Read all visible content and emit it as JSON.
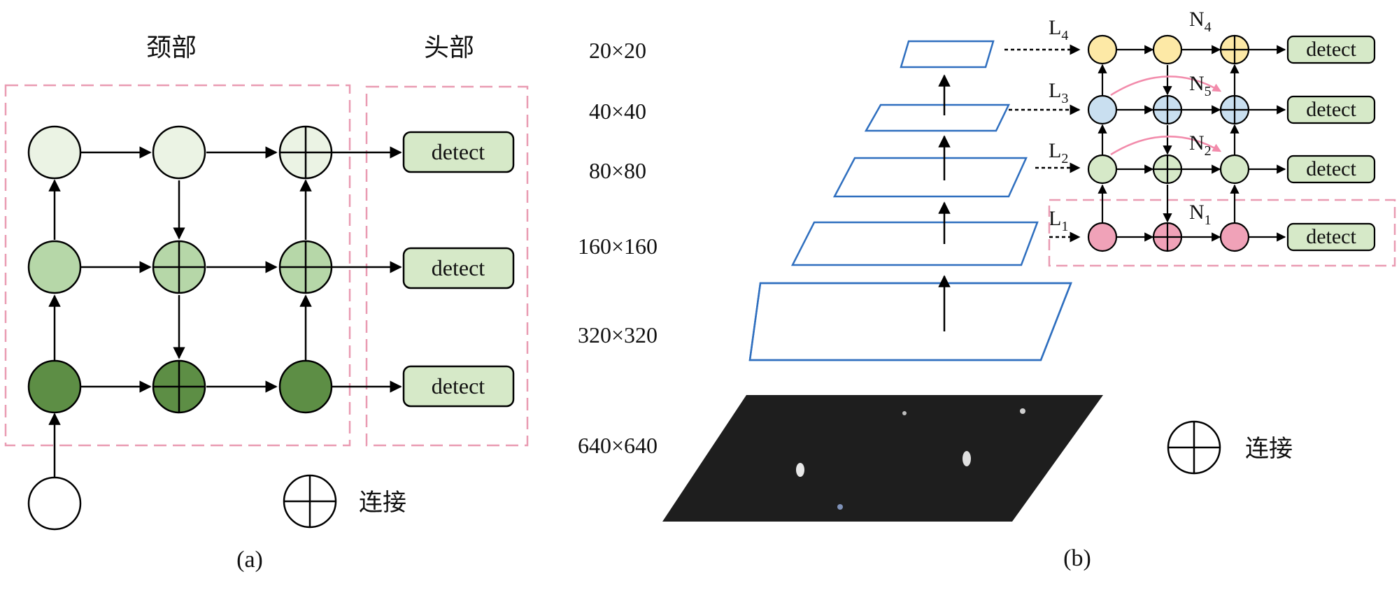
{
  "panel_a": {
    "caption": "(a)",
    "neck_label": "颈部",
    "head_label": "头部",
    "detect_labels": [
      "detect",
      "detect",
      "detect"
    ],
    "legend_text": "连接",
    "colors": {
      "level_top": "#ebf3e4",
      "level_mid": "#b6d7a8",
      "level_bottom": "#5d8e45",
      "detect_fill": "#d6e9c8",
      "dash": "#e99bb2"
    }
  },
  "panel_b": {
    "caption": "(b)",
    "scale_labels": [
      "20×20",
      "40×40",
      "80×80",
      "160×160",
      "320×320",
      "640×640"
    ],
    "L_labels": [
      {
        "base": "L",
        "sub": "4"
      },
      {
        "base": "L",
        "sub": "3"
      },
      {
        "base": "L",
        "sub": "2"
      },
      {
        "base": "L",
        "sub": "1"
      }
    ],
    "N_labels": [
      {
        "base": "N",
        "sub": "4"
      },
      {
        "base": "N",
        "sub": "5"
      },
      {
        "base": "N",
        "sub": "2"
      },
      {
        "base": "N",
        "sub": "1"
      }
    ],
    "detect_labels": [
      "detect",
      "detect",
      "detect",
      "detect"
    ],
    "legend_text": "连接",
    "colors": {
      "row_L4": "#fde9a6",
      "row_L3": "#c9dff0",
      "row_L2": "#d6e9c8",
      "row_L1": "#f0a2b8",
      "plane_stroke": "#2f6fbf",
      "curve": "#f28bab",
      "input_image": "#1e1e1e"
    }
  }
}
